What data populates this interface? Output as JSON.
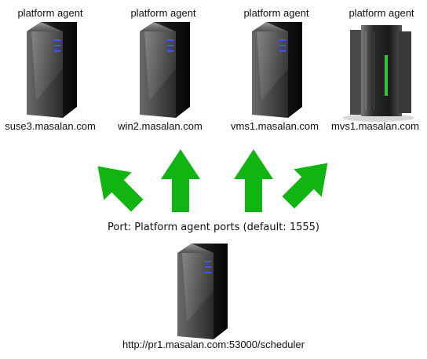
{
  "targets": [
    {
      "role": "platform agent",
      "host": "suse3.masalan.com",
      "icon": "tower-server-icon"
    },
    {
      "role": "platform agent",
      "host": "win2.masalan.com",
      "icon": "tower-server-icon"
    },
    {
      "role": "platform agent",
      "host": "vms1.masalan.com",
      "icon": "tower-server-icon"
    },
    {
      "role": "platform agent",
      "host": "mvs1.masalan.com",
      "icon": "mainframe-icon"
    }
  ],
  "connection": {
    "label": "Port: Platform agent ports (default: 1555)",
    "arrow_color": "#11b511"
  },
  "scheduler": {
    "url": "http://pr1.masalan.com:53000/scheduler",
    "icon": "tower-server-icon"
  }
}
